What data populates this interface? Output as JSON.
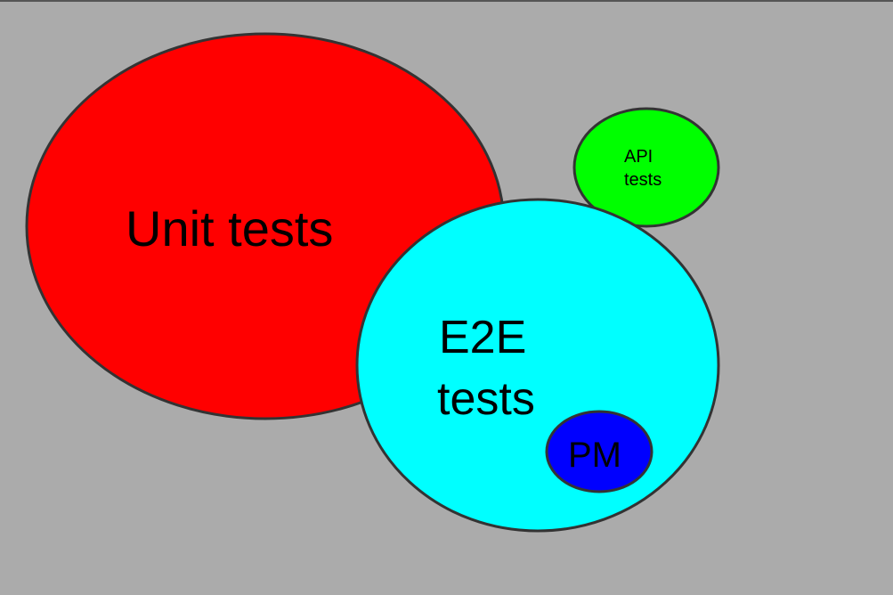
{
  "diagram": {
    "background_color": "#ababab",
    "stroke_color": "#333333",
    "shapes": [
      {
        "id": "unit",
        "label_lines": [
          "Unit tests"
        ],
        "fill": "#ff0000"
      },
      {
        "id": "api",
        "label_lines": [
          "API",
          "tests"
        ],
        "fill": "#00ff00"
      },
      {
        "id": "e2e",
        "label_lines": [
          "E2E",
          "tests"
        ],
        "fill": "#00ffff"
      },
      {
        "id": "pm",
        "label_lines": [
          "PM"
        ],
        "fill": "#0000ff"
      }
    ]
  }
}
